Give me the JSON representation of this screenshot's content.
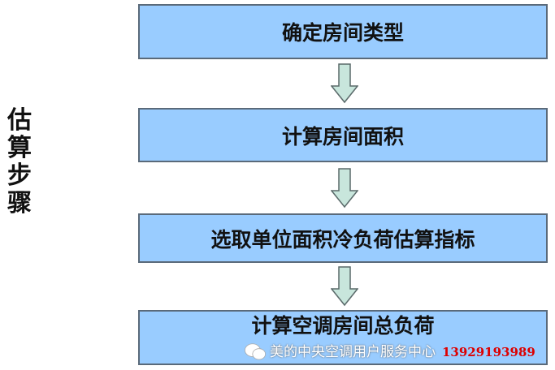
{
  "side_label": "估算步骤",
  "steps": [
    "确定房间类型",
    "计算房间面积",
    "选取单位面积冷负荷估算指标",
    "计算空调房间总负荷"
  ],
  "watermark": {
    "text": "美的中央空调用户服务中心",
    "phone": "13929193989"
  },
  "colors": {
    "box": "#99ccff",
    "arrow": "#c8e6dc",
    "phone": "#dd0000"
  }
}
